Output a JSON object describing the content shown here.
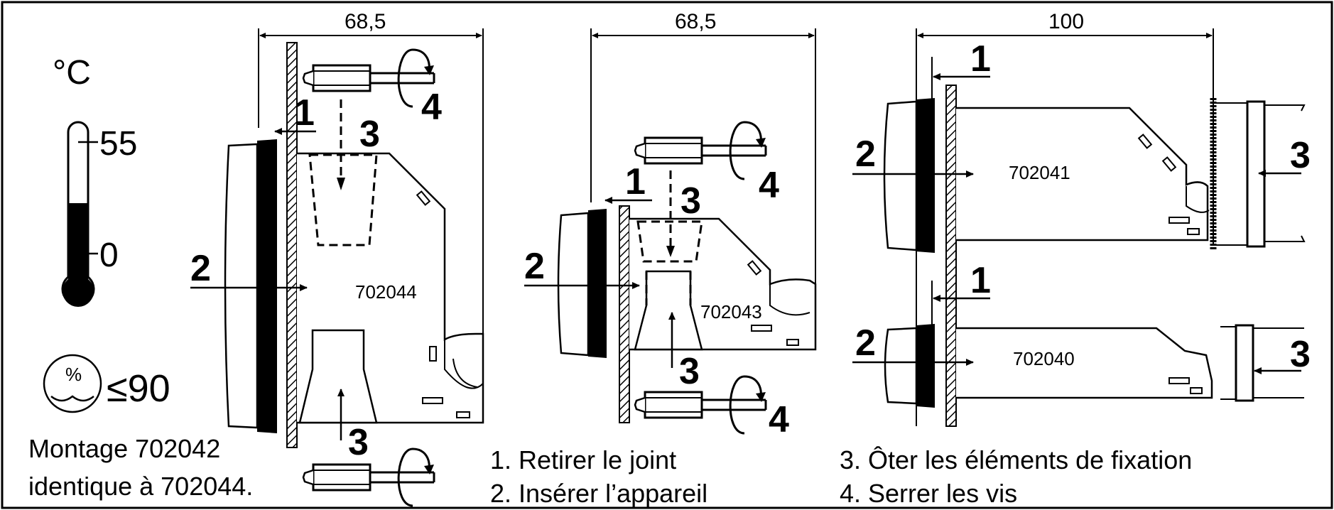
{
  "dimensions": {
    "left": "68,5",
    "middle": "68,5",
    "right": "100"
  },
  "temperature": {
    "unit": "°C",
    "max": "55",
    "min": "0"
  },
  "humidity": {
    "symbol": "%",
    "value": "≤90"
  },
  "note": {
    "line1": "Montage 702042",
    "line2": "identique à 702044."
  },
  "models": {
    "m1": "702044",
    "m2": "702043",
    "m3": "702041",
    "m4": "702040"
  },
  "step_numbers": {
    "one": "1",
    "two": "2",
    "three": "3",
    "four": "4"
  },
  "steps": {
    "s1": "1.  Retirer le joint",
    "s2": "2. Insérer l’appareil",
    "s3": "3. Ôter les éléments de fixation",
    "s4": "4. Serrer les vis"
  }
}
